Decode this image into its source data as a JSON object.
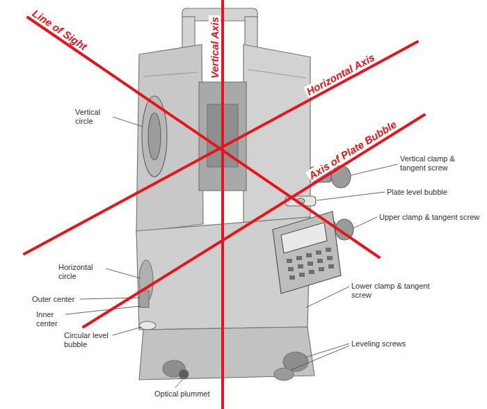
{
  "diagram": {
    "labels": [
      "Line of Sight",
      "Vertical Axis",
      "Horizontal Axis",
      "Axis of Plate Bubble",
      "Vertical circle",
      "Vertical clamp & tangent screw",
      "Plate level bubble",
      "Upper clamp & tangent screw",
      "Horizontal circle",
      "Outer center",
      "Inner center",
      "Lower clamp & tangent screw",
      "Circular level bubble",
      "Leveling screws",
      "Optical plummet"
    ]
  }
}
